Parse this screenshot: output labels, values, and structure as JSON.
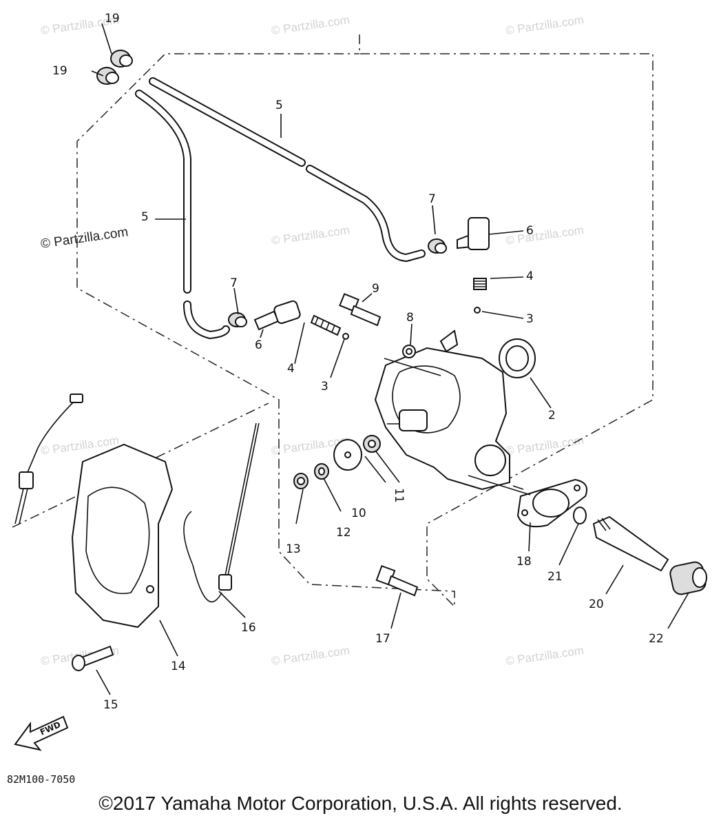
{
  "diagram": {
    "part_numbers": [
      "2",
      "3",
      "4",
      "5",
      "6",
      "7",
      "8",
      "9",
      "10",
      "11",
      "12",
      "13",
      "14",
      "15",
      "16",
      "17",
      "18",
      "19",
      "20",
      "21",
      "22"
    ],
    "diagram_code": "82M100-7050",
    "fwd_label": "FWD",
    "watermark": "© Partzilla.com",
    "copyright": "©2017 Yamaha Motor Corporation, U.S.A. All rights reserved."
  }
}
